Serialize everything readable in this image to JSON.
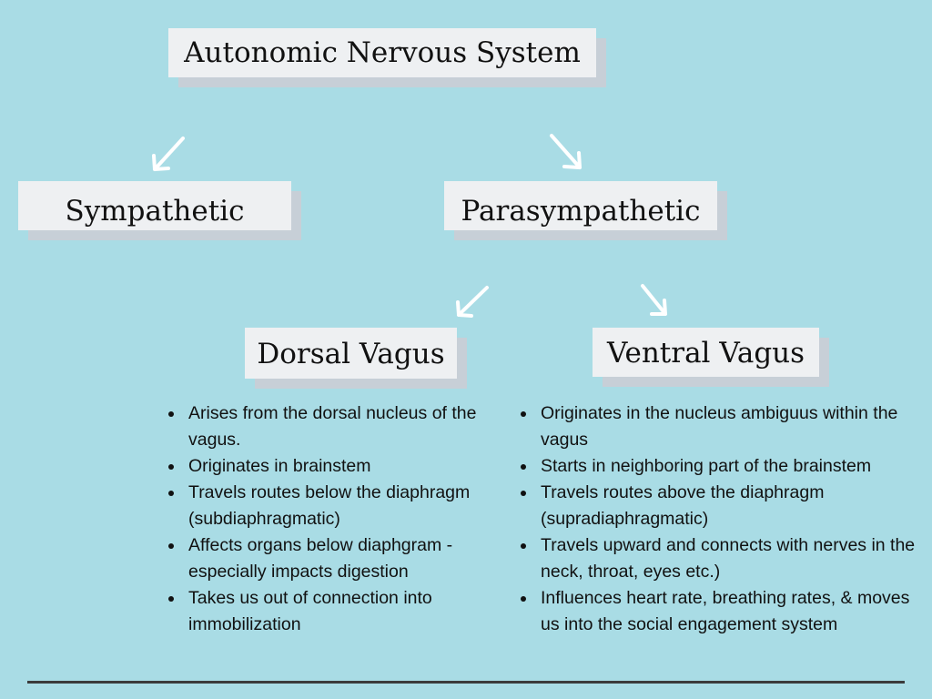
{
  "root": {
    "title": "Autonomic Nervous System"
  },
  "branches": {
    "sympathetic": "Sympathetic",
    "parasympathetic": "Parasympathetic"
  },
  "vagus": {
    "dorsal": {
      "title": "Dorsal Vagus",
      "points": [
        "Arises from the dorsal nucleus of the vagus.",
        "Originates in brainstem",
        "Travels routes below the diaphragm (subdiaphragmatic)",
        "Affects organs below diaphgram - especially impacts digestion",
        "Takes us out of connection into immobilization"
      ]
    },
    "ventral": {
      "title": "Ventral Vagus",
      "points": [
        "Originates in the nucleus ambiguus within the vagus",
        "Starts in neighboring part of the brainstem",
        "Travels routes above the diaphragm (supradiaphragmatic)",
        "Travels upward and connects with nerves in the neck, throat, eyes etc.)",
        "Influences heart rate, breathing rates, & moves us into the social engagement system"
      ]
    }
  },
  "colors": {
    "background": "#a9dce5",
    "box": "#eef0f2",
    "box_shadow": "#c7cfd7",
    "arrow": "#ffffff",
    "text": "#111111",
    "rule": "#3b3b3b"
  }
}
